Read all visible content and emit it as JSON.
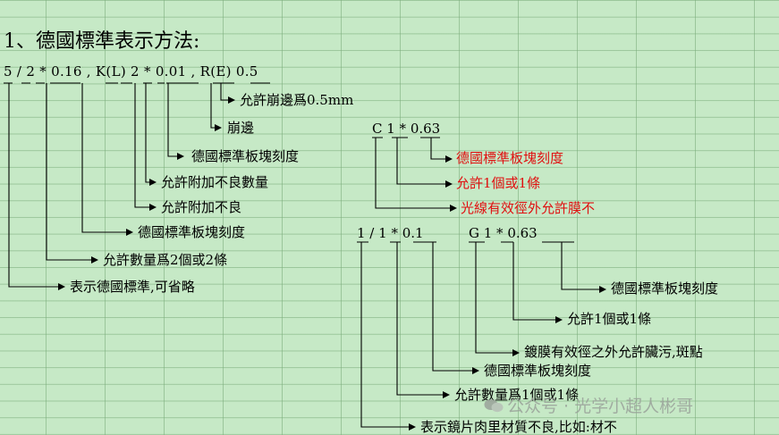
{
  "title": "1、德國標準表示方法:",
  "main_formula": {
    "p1": "5 / 2 * 0.16 , K(L) 2 * 0.01 , R(E) 0.5"
  },
  "left_labels": [
    "允許崩邊爲0.5mm",
    "崩邊",
    "德國標準板塊刻度",
    "允許附加不良數量",
    "允許附加不良",
    "德國標準板塊刻度",
    "允許數量爲2個或2條",
    "表示德國標準,可省略"
  ],
  "c_formula": "C  1 * 0.63",
  "c_labels": [
    "德國標準板塊刻度",
    "允許1個或1條",
    "光線有效徑外允許膜不"
  ],
  "bottom_formula": {
    "a": "1 / 1 * 0.1",
    "b": "G  1 *  0.63"
  },
  "bottom_labels": [
    "德國標準板塊刻度",
    "允許1個或1條",
    "鍍膜有效徑之外允許臟污,斑點",
    "德國標準板塊刻度",
    "允許數量爲1個或1條",
    "表示鏡片肉里材質不良,比如:材不"
  ],
  "watermark": "公众号 · 光学小超人彬哥",
  "colors": {
    "background": "#c6e9c6",
    "red": "#e01010"
  }
}
